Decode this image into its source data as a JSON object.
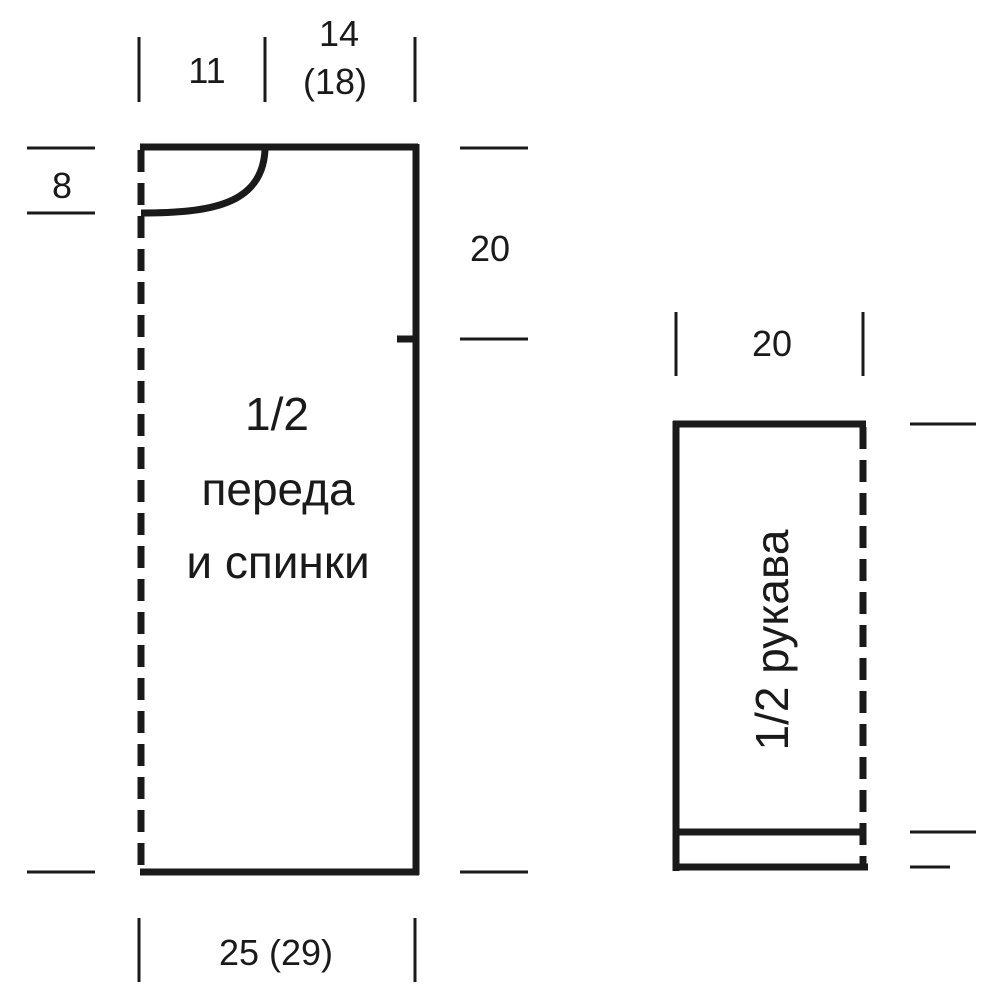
{
  "body_piece": {
    "top_left_width": "11",
    "top_right_width": "14",
    "top_right_width_alt": "(18)",
    "neck_depth": "8",
    "armhole_height": "20",
    "bottom_width": "25 (29)",
    "title_fraction": "1/2",
    "title_line_1": "переда",
    "title_line_2": "и спинки"
  },
  "sleeve_piece": {
    "width": "20",
    "title": "1/2 рукава"
  },
  "colors": {
    "line": "#1a1a1a",
    "background": "#ffffff"
  }
}
